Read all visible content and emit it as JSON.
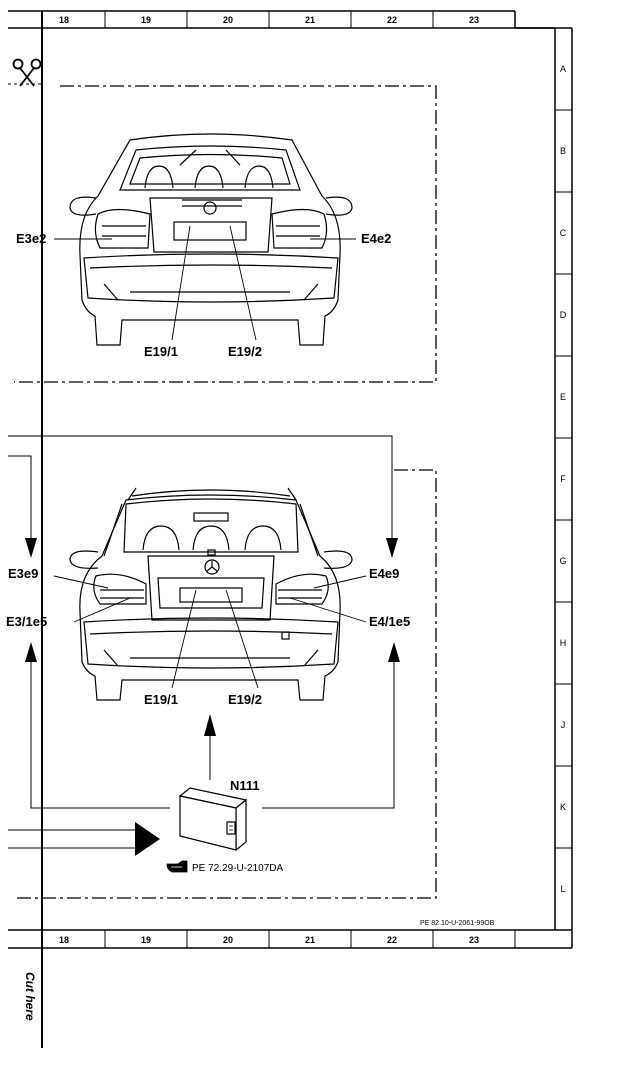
{
  "grid": {
    "columns": [
      "18",
      "19",
      "20",
      "21",
      "22",
      "23"
    ],
    "rows": [
      "A",
      "B",
      "C",
      "D",
      "E",
      "F",
      "G",
      "H",
      "J",
      "K",
      "L"
    ]
  },
  "cut_here": "Cut here",
  "top_view": {
    "labels": {
      "left_lamp": "E3e2",
      "right_lamp": "E4e2",
      "plate_left": "E19/1",
      "plate_right": "E19/2"
    }
  },
  "bottom_view": {
    "labels": {
      "left_upper": "E3e9",
      "right_upper": "E4e9",
      "left_lower": "E3/1e5",
      "right_lower": "E4/1e5",
      "plate_left": "E19/1",
      "plate_right": "E19/2",
      "module": "N111"
    },
    "module_ref": "PE 72.29-U-2107DA"
  },
  "footer_ref": "PE 82.10-U-2061-99OB",
  "icons": [
    "scissors-icon",
    "pointing-hand-icon",
    "triangle-arrow-icon"
  ]
}
